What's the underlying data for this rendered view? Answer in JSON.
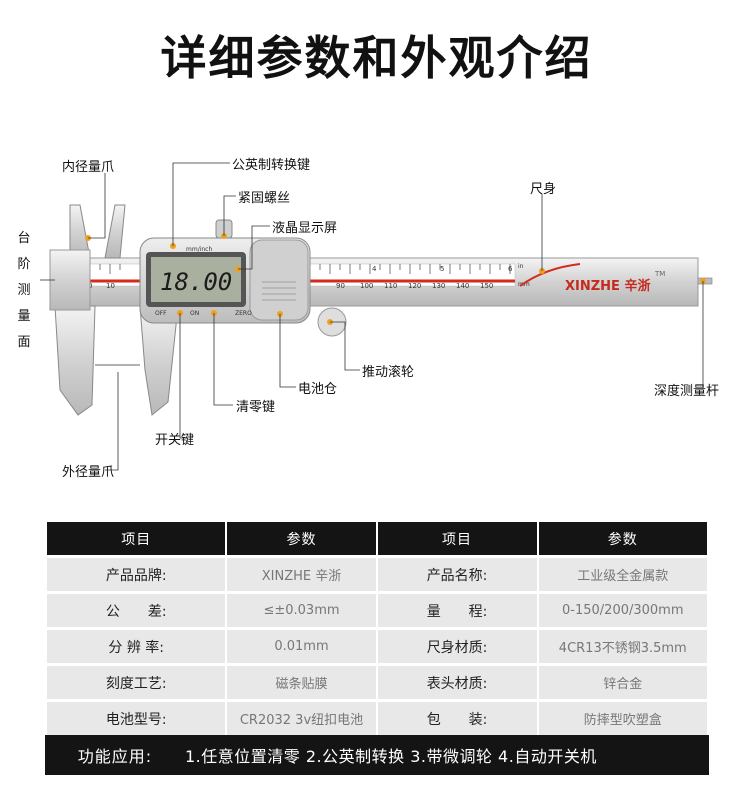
{
  "title": "详细参数和外观介绍",
  "callouts": {
    "inner_jaw": "内径量爪",
    "unit_key": "公英制转换键",
    "lock_screw": "紧固螺丝",
    "lcd": "液晶显示屏",
    "ruler_body": "尺身",
    "step_label_chars": [
      "台",
      "阶",
      "测",
      "量",
      "面"
    ],
    "thumb_roller": "推动滚轮",
    "battery": "电池仓",
    "depth_rod": "深度测量杆",
    "zero_key": "清零键",
    "power_key": "开关键",
    "outer_jaw": "外径量爪"
  },
  "device": {
    "display_value": "18.00",
    "unit_text": "mm/inch",
    "off_text": "OFF",
    "on_text": "ON",
    "zero_text": "ZERO",
    "brand_text": "XINZHE 辛浙",
    "tm": "TM",
    "scale_numbers": [
      "0",
      "10",
      "90",
      "100",
      "110",
      "120",
      "130",
      "140",
      "150"
    ],
    "inch_marks": [
      "4",
      "5",
      "6"
    ],
    "in_label": "in",
    "mm_label": "mm",
    "accent_color": "#d62a1e",
    "marker_color": "#f0a020"
  },
  "table": {
    "headers": [
      "项目",
      "参数",
      "项目",
      "参数"
    ],
    "rows": [
      [
        "产品品牌:",
        "XINZHE 辛浙",
        "产品名称:",
        "工业级全金属款"
      ],
      [
        "公　　差:",
        "≤±0.03mm",
        "量　　程:",
        "0-150/200/300mm"
      ],
      [
        "分 辨 率:",
        "0.01mm",
        "尺身材质:",
        "4CR13不锈钢3.5mm"
      ],
      [
        "刻度工艺:",
        "磁条贴膜",
        "表头材质:",
        "锌合金"
      ],
      [
        "电池型号:",
        "CR2032 3v纽扣电池",
        "包　　装:",
        "防摔型吹塑盒"
      ]
    ]
  },
  "footer": {
    "label": "功能应用:",
    "value": "1.任意位置清零 2.公英制转换 3.带微调轮 4.自动开关机"
  }
}
